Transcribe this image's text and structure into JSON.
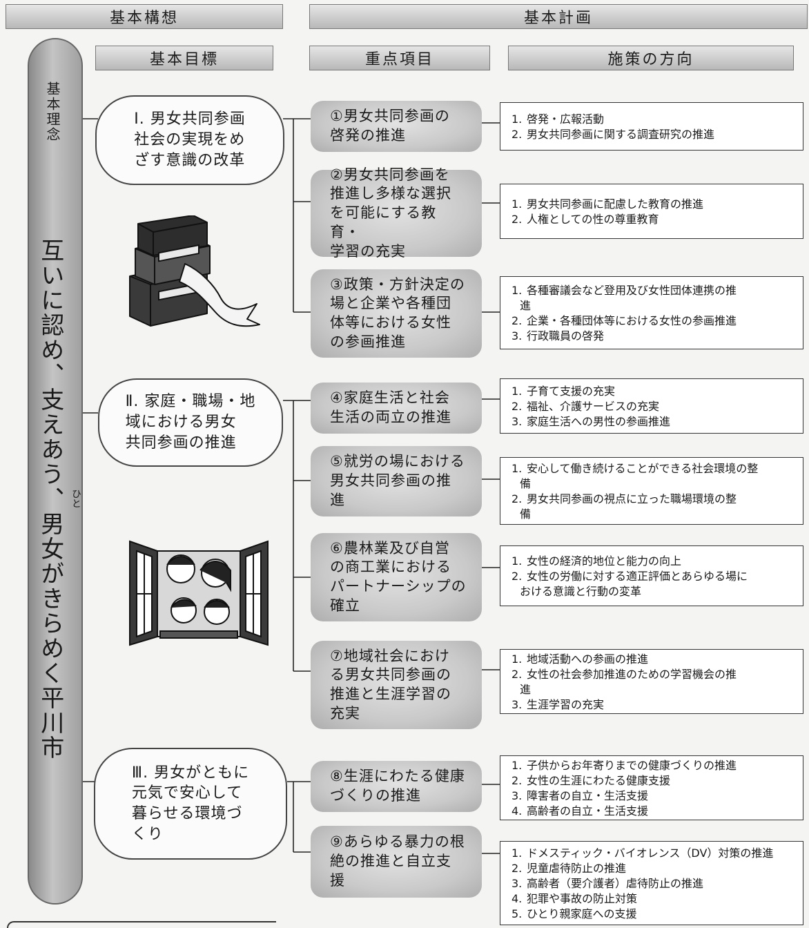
{
  "headers": {
    "kihon_koso": "基本構想",
    "kihon_keikaku": "基本計画",
    "kihon_mokuhyo": "基本目標",
    "juten_komoku": "重点項目",
    "shisaku_hoko": "施策の方向"
  },
  "pillar": {
    "label": "基本理念",
    "text": "互いに認め、支えあう、男女がきらめく平川市",
    "ruby": "ひと"
  },
  "goals": [
    {
      "text": "Ⅰ. 男女共同参画\n社会の実現をめ\nざす意識の改革"
    },
    {
      "text": "Ⅱ. 家庭・職場・地\n域における男女\n共同参画の推進"
    },
    {
      "text": "Ⅲ. 男女がともに\n元気で安心して\n暮らせる環境づ\nくり"
    }
  ],
  "priorities": [
    {
      "text": "①男女共同参画の\n啓発の推進"
    },
    {
      "text": "②男女共同参画を\n推進し多様な選択\nを可能にする教育・\n学習の充実"
    },
    {
      "text": "③政策・方針決定の\n場と企業や各種団\n体等における女性\nの参画推進"
    },
    {
      "text": "④家庭生活と社会\n生活の両立の推進"
    },
    {
      "text": "⑤就労の場における\n男女共同参画の推\n進"
    },
    {
      "text": "⑥農林業及び自営\nの商工業における\nパートナーシップの\n確立"
    },
    {
      "text": "⑦地域社会におけ\nる男女共同参画の\n推進と生涯学習の\n充実"
    },
    {
      "text": "⑧生涯にわたる健康\nづくりの推進"
    },
    {
      "text": "⑨あらゆる暴力の根\n絶の推進と自立支\n援"
    }
  ],
  "measures": [
    {
      "items": [
        {
          "num": "1.",
          "text": "啓発・広報活動"
        },
        {
          "num": "2.",
          "text": "男女共同参画に関する調査研究の推進"
        }
      ]
    },
    {
      "items": [
        {
          "num": "1.",
          "text": "男女共同参画に配慮した教育の推進"
        },
        {
          "num": "2.",
          "text": "人権としての性の尊重教育"
        }
      ]
    },
    {
      "items": [
        {
          "num": "1.",
          "text": "各種審議会など登用及び女性団体連携の推",
          "cont": "進"
        },
        {
          "num": "2.",
          "text": "企業・各種団体等における女性の参画推進"
        },
        {
          "num": "3.",
          "text": "行政職員の啓発"
        }
      ]
    },
    {
      "items": [
        {
          "num": "1.",
          "text": "子育て支援の充実"
        },
        {
          "num": "2.",
          "text": "福祉、介護サービスの充実"
        },
        {
          "num": "3.",
          "text": "家庭生活への男性の参画推進"
        }
      ]
    },
    {
      "items": [
        {
          "num": "1.",
          "text": "安心して働き続けることができる社会環境の整",
          "cont": "備"
        },
        {
          "num": "2.",
          "text": "男女共同参画の視点に立った職場環境の整",
          "cont": "備"
        }
      ]
    },
    {
      "items": [
        {
          "num": "1.",
          "text": "女性の経済的地位と能力の向上"
        },
        {
          "num": "2.",
          "text": "女性の労働に対する適正評価とあらゆる場に",
          "cont": "おける意識と行動の変革"
        }
      ]
    },
    {
      "items": [
        {
          "num": "1.",
          "text": "地域活動への参画の推進"
        },
        {
          "num": "2.",
          "text": "女性の社会参加推進のための学習機会の推",
          "cont": "進"
        },
        {
          "num": "3.",
          "text": "生涯学習の充実"
        }
      ]
    },
    {
      "items": [
        {
          "num": "1.",
          "text": "子供からお年寄りまでの健康づくりの推進"
        },
        {
          "num": "2.",
          "text": "女性の生涯にわたる健康支援"
        },
        {
          "num": "3.",
          "text": "障害者の自立・生活支援"
        },
        {
          "num": "4.",
          "text": "高齢者の自立・生活支援"
        }
      ]
    },
    {
      "items": [
        {
          "num": "1.",
          "text": "ドメスティック・バイオレンス（DV）対策の推進"
        },
        {
          "num": "2.",
          "text": "児童虐待防止の推進"
        },
        {
          "num": "3.",
          "text": "高齢者（要介護者）虐待防止の推進"
        },
        {
          "num": "4.",
          "text": "犯罪や事故の防止対策"
        },
        {
          "num": "5.",
          "text": "ひとり親家庭への支援"
        }
      ]
    }
  ]
}
